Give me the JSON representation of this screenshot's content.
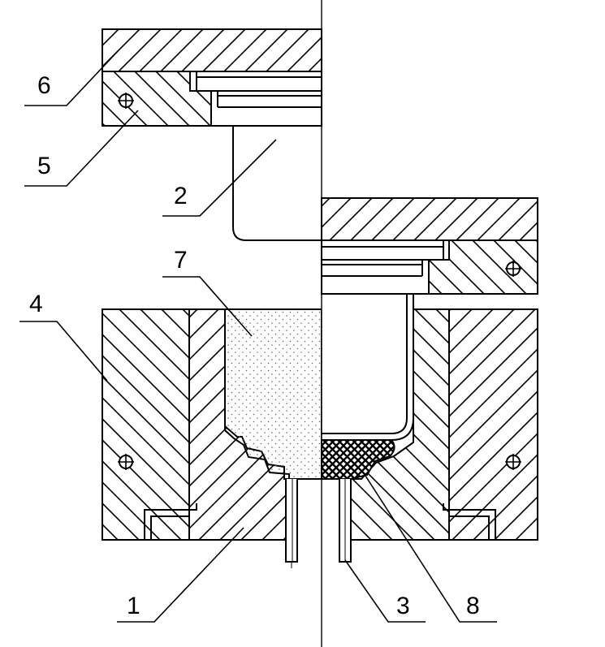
{
  "colors": {
    "background": "#ffffff",
    "line": "#000000"
  },
  "labels": {
    "l1": "1",
    "l2": "2",
    "l3": "3",
    "l4": "4",
    "l5": "5",
    "l6": "6",
    "l7": "7",
    "l8": "8"
  }
}
